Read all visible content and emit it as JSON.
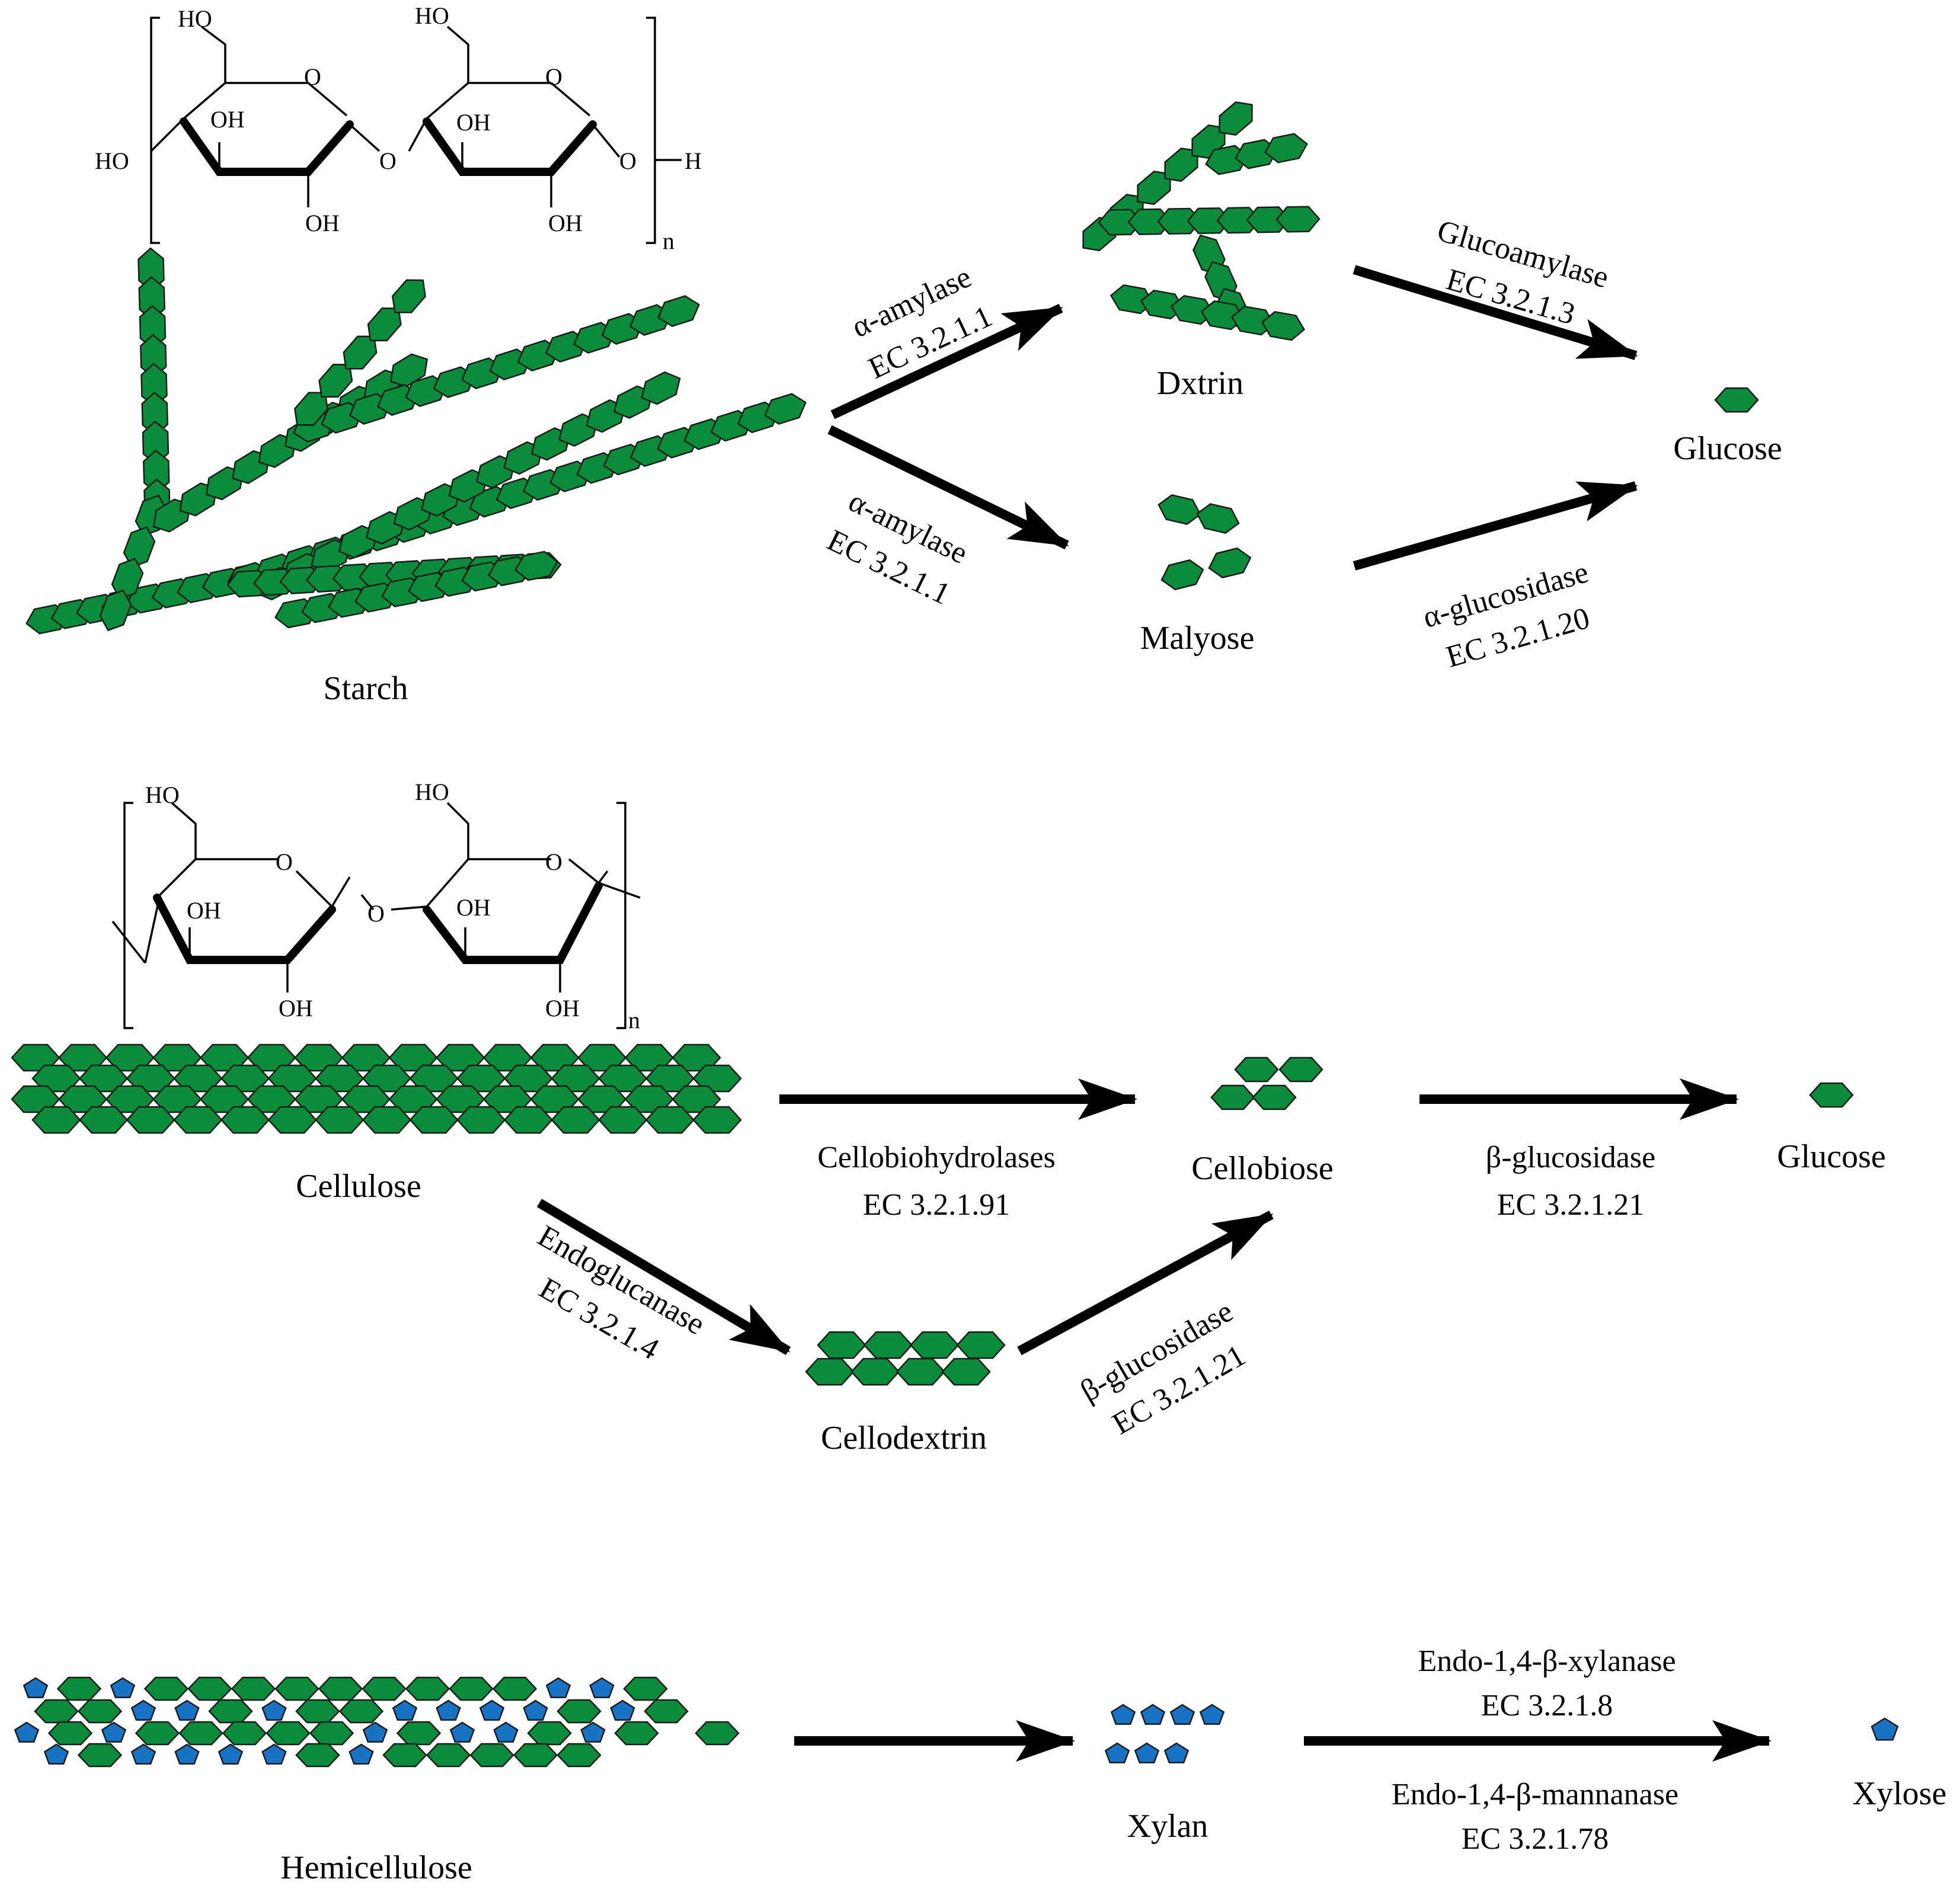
{
  "colors": {
    "glucose": "#0b8c3a",
    "xylose": "#1873c4",
    "stroke": "#1a1a1a"
  },
  "starch": {
    "structure": {
      "ho_top_1": "HO",
      "ho_top_2": "HO",
      "ring_o_1": "O",
      "ring_o_2": "O",
      "oh_1": "OH",
      "oh_2": "OH",
      "oh_3": "OH",
      "oh_4": "OH",
      "ho_left": "HO",
      "bridge_o": "O",
      "end_o": "O",
      "end_h": "H",
      "n": "n"
    },
    "label": "Starch",
    "dextrin_label": "Dxtrin",
    "maltose_label": "Malyose",
    "glucose_label": "Glucose",
    "enzyme_1": {
      "name": "α-amylase",
      "ec": "EC 3.2.1.1"
    },
    "enzyme_2": {
      "name": "α-amylase",
      "ec": "EC 3.2.1.1"
    },
    "enzyme_3": {
      "name": "Glucoamylase",
      "ec": "EC 3.2.1.3"
    },
    "enzyme_4": {
      "name": "α-glucosidase",
      "ec": "EC 3.2.1.20"
    }
  },
  "cellulose": {
    "structure": {
      "ho_top_1": "HO",
      "ho_top_2": "HO",
      "ring_o_1": "O",
      "ring_o_2": "O",
      "oh_1": "OH",
      "oh_2": "OH",
      "oh_3": "OH",
      "oh_4": "OH",
      "bridge_o": "O",
      "n": "n"
    },
    "label": "Cellulose",
    "cellobiose_label": "Cellobiose",
    "cellodextrin_label": "Cellodextrin",
    "glucose_label": "Glucose",
    "enzyme_1": {
      "name": "Cellobiohydrolases",
      "ec": "EC 3.2.1.91"
    },
    "enzyme_2": {
      "name": "Endoglucanase",
      "ec": "EC 3.2.1.4"
    },
    "enzyme_3": {
      "name": "β-glucosidase",
      "ec": "EC 3.2.1.21"
    },
    "enzyme_4": {
      "name": "β-glucosidase",
      "ec": "EC 3.2.1.21"
    }
  },
  "hemicellulose": {
    "label": "Hemicellulose",
    "xylan_label": "Xylan",
    "xylose_label": "Xylose",
    "enzyme_1": {
      "name": "Endo-1,4-β-xylanase",
      "ec": "EC 3.2.1.8"
    },
    "enzyme_2": {
      "name": "Endo-1,4-β-mannanase",
      "ec": "EC 3.2.1.78"
    }
  }
}
